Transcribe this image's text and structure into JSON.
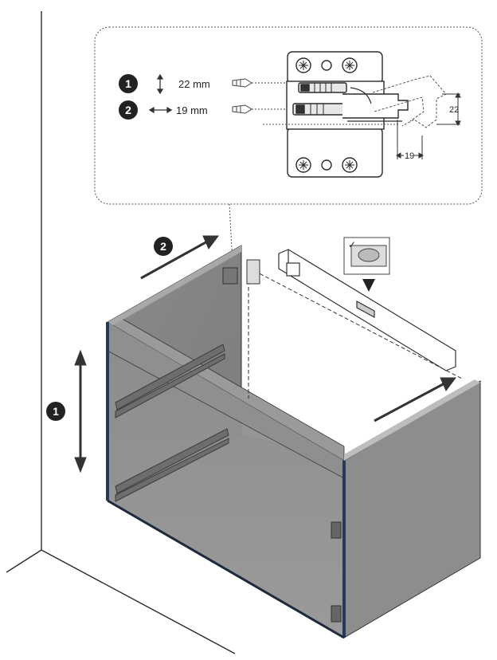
{
  "detail_callout": {
    "step1": {
      "number": "1",
      "adjustment": "22 mm"
    },
    "step2": {
      "number": "2",
      "adjustment": "19 mm"
    },
    "dim_vertical": "22",
    "dim_horizontal": "19"
  },
  "main_illustration": {
    "step1_badge": "1",
    "step2_badge": "2",
    "level_check_mark": "✓"
  },
  "colors": {
    "line": "#2a2a2a",
    "badge": "#222222",
    "cabinet_side": "#8c8c8c",
    "cabinet_dark": "#7a7a7a",
    "cabinet_edge": "#223a5e"
  }
}
